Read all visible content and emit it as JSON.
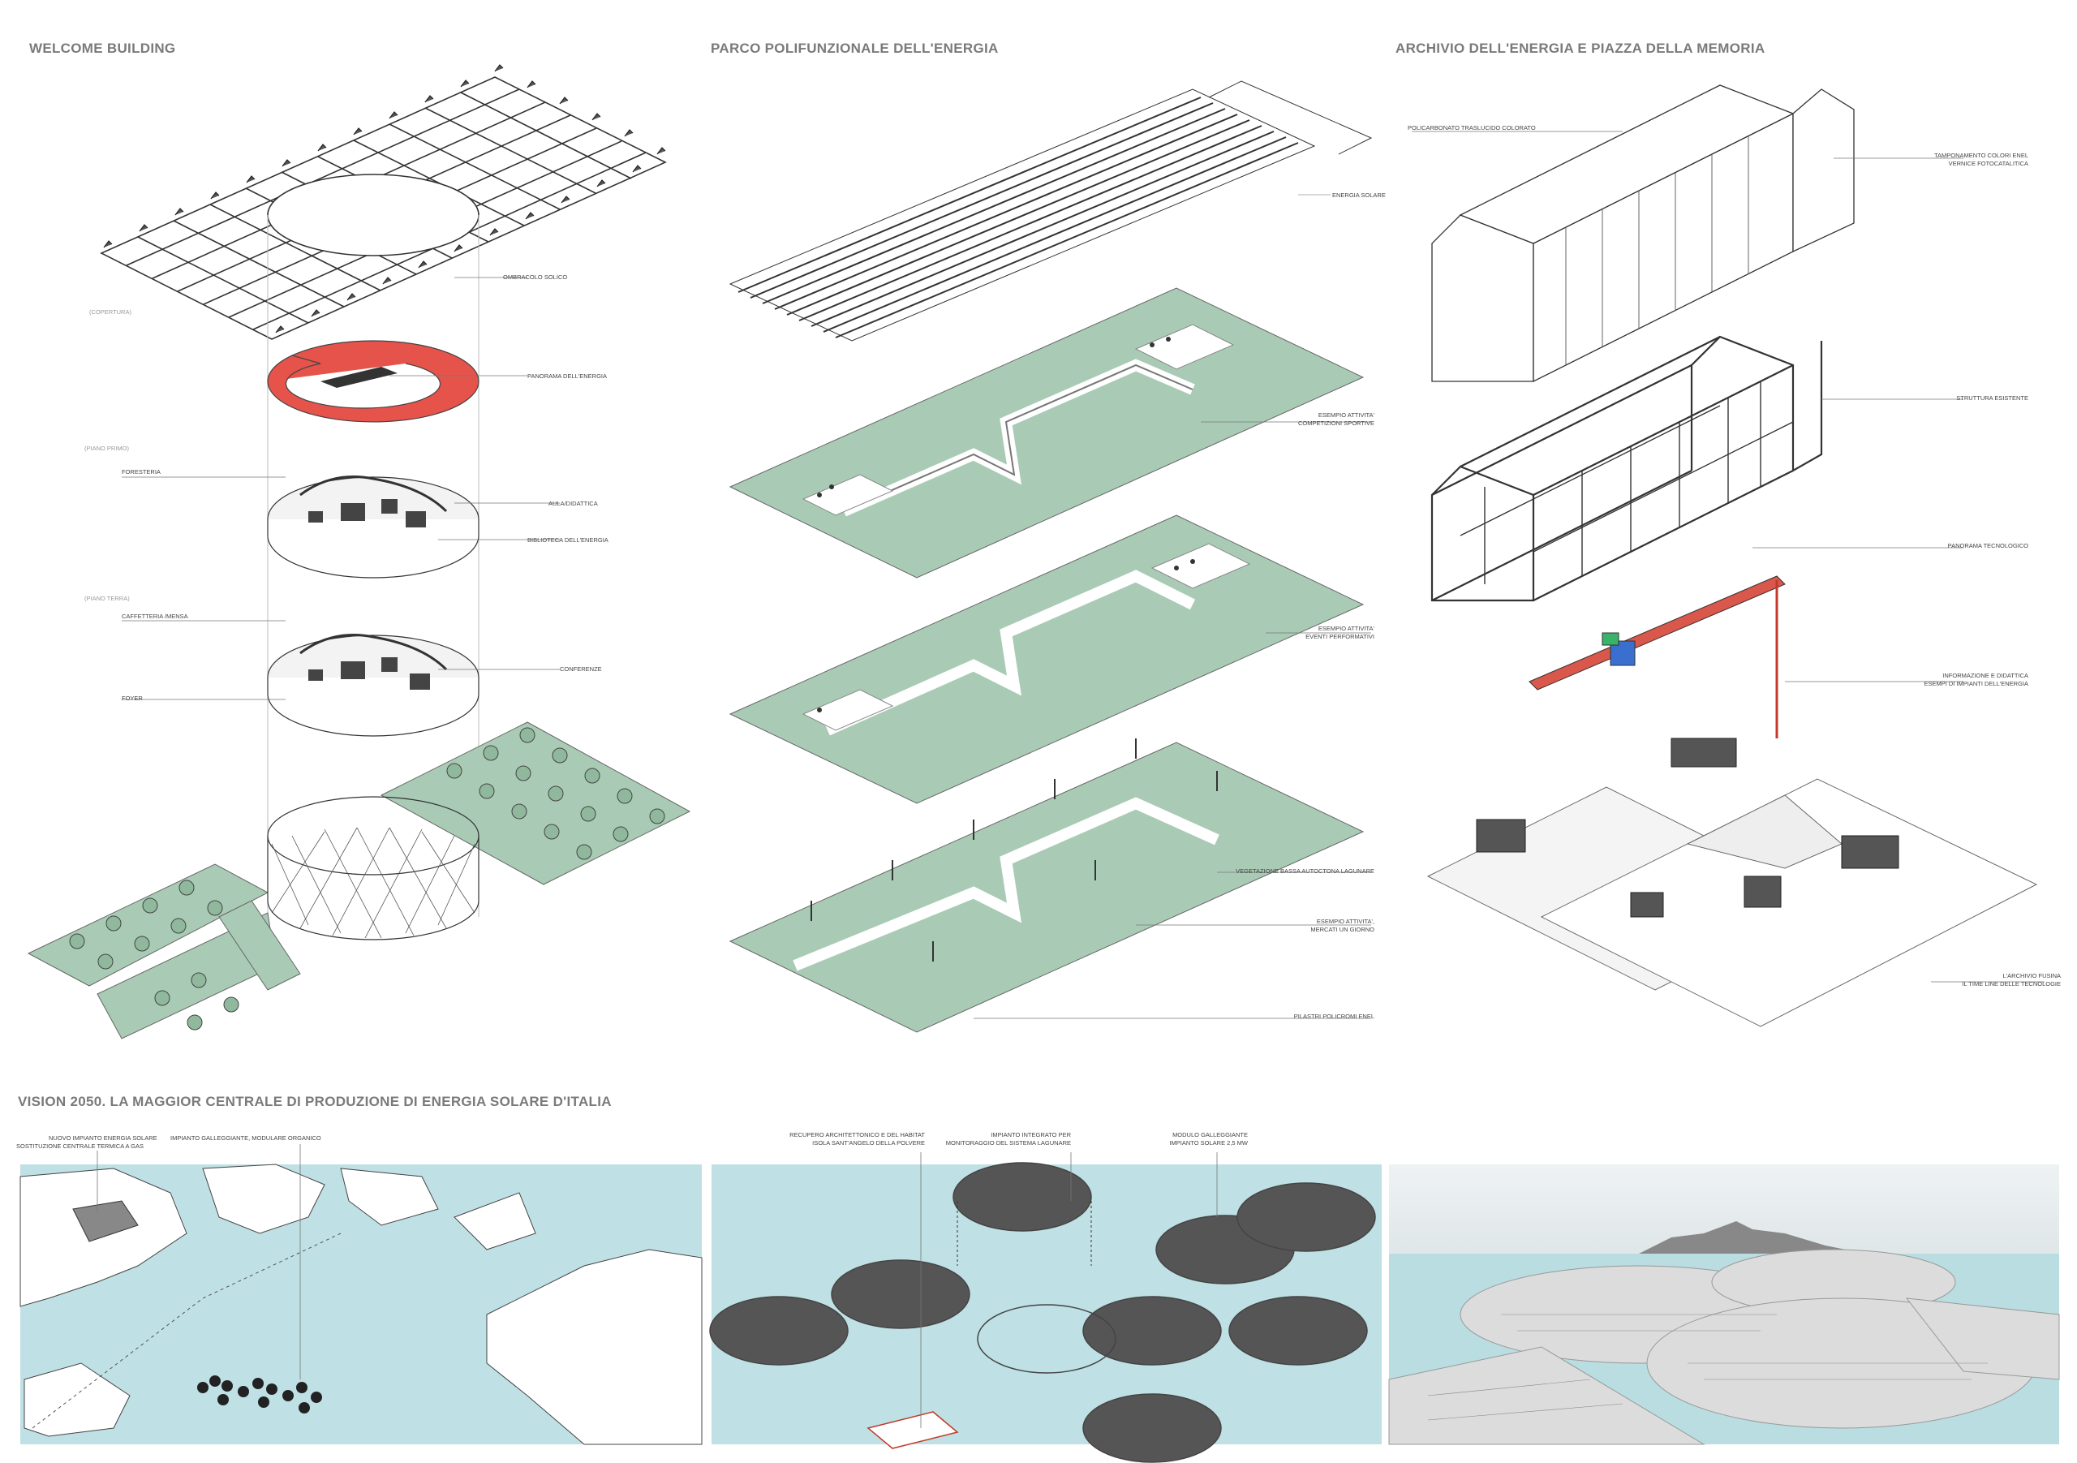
{
  "titles": {
    "welcome": "WELCOME BUILDING",
    "parco": "PARCO POLIFUNZIONALE DELL'ENERGIA",
    "archivio": "ARCHIVIO DELL'ENERGIA E PIAZZA DELLA MEMORIA",
    "vision": "VISION 2050. LA MAGGIOR CENTRALE DI PRODUZIONE DI ENERGIA SOLARE D'ITALIA"
  },
  "welcome": {
    "copertura": "(COPERTURA)",
    "primo_piano": "(PIANO PRIMO)",
    "piano_terra": "(PIANO TERRA)",
    "ombracolo": "OMBRACOLO SOLICO",
    "panorama": "PANORAMA DELL'ENERGIA",
    "foresteria": "FORESTERIA",
    "aula": "AULA/DIDATTICA",
    "biblioteca": "BIBLIOTECA DELL'ENERGIA",
    "caffetteria": "CAFFETTERIA /MENSA",
    "conferenze": "CONFERENZE",
    "foyer": "FOYER"
  },
  "parco": {
    "energia_solare": "ENERGIA SOLARE",
    "esempio1_a": "ESEMPIO ATTIVITA'",
    "esempio1_b": "COMPETIZIONI SPORTIVE",
    "esempio2_a": "ESEMPIO ATTIVITA'",
    "esempio2_b": "EVENTI PERFORMATIVI",
    "vegetazione": "VEGETAZIONE BASSA AUTOCTONA LAGUNARE",
    "esempio3_a": "ESEMPIO ATTIVITA',",
    "esempio3_b": "MERCATI UN GIORNO",
    "pilastri": "PILASTRI POLICROMI ENEL"
  },
  "archivio": {
    "policarbonato": "POLICARBONATO TRASLUCIDO COLORATO",
    "tamponamento_a": "TAMPONAMENTO COLORI ENEL",
    "tamponamento_b": "VERNICE FOTOCATALITICA",
    "struttura": "STRUTTURA ESISTENTE",
    "panorama_tec": "PANORAMA TECNOLOGICO",
    "informazione_a": "INFORMAZIONE E DIDATTICA",
    "informazione_b": "ESEMPI DI IMPIANTI DELL'ENERGIA",
    "archivio_a": "L'ARCHIVIO FUSINA",
    "archivio_b": "IL TIME LINE DELLE TECNOLOGIE"
  },
  "vision": {
    "nuovo_a": "NUOVO IMPIANTO ENERGIA SOLARE",
    "nuovo_b": "SOSTITUZIONE CENTRALE TERMICA A GAS",
    "galleggiante": "IMPIANTO GALLEGGIANTE, MODULARE ORGANICO",
    "recupero_a": "RECUPERO ARCHITETTONICO E DEL HABITAT",
    "recupero_b": "ISOLA SANT'ANGELO DELLA POLVERE",
    "integrato_a": "IMPIANTO INTEGRATO PER",
    "integrato_b": "MONITORAGGIO DEL SISTEMA LAGUNARE",
    "modulo_a": "MODULO GALLEGGIANTE",
    "modulo_b": "IMPIANTO SOLARE 2,5 MW"
  },
  "colors": {
    "title_grey": "#7a7a7a",
    "green": "#a9cbb5",
    "green_dark": "#8fb89c",
    "red": "#e5534b",
    "water": "#bfe0e4",
    "land": "#ffffff",
    "line": "#333333"
  }
}
